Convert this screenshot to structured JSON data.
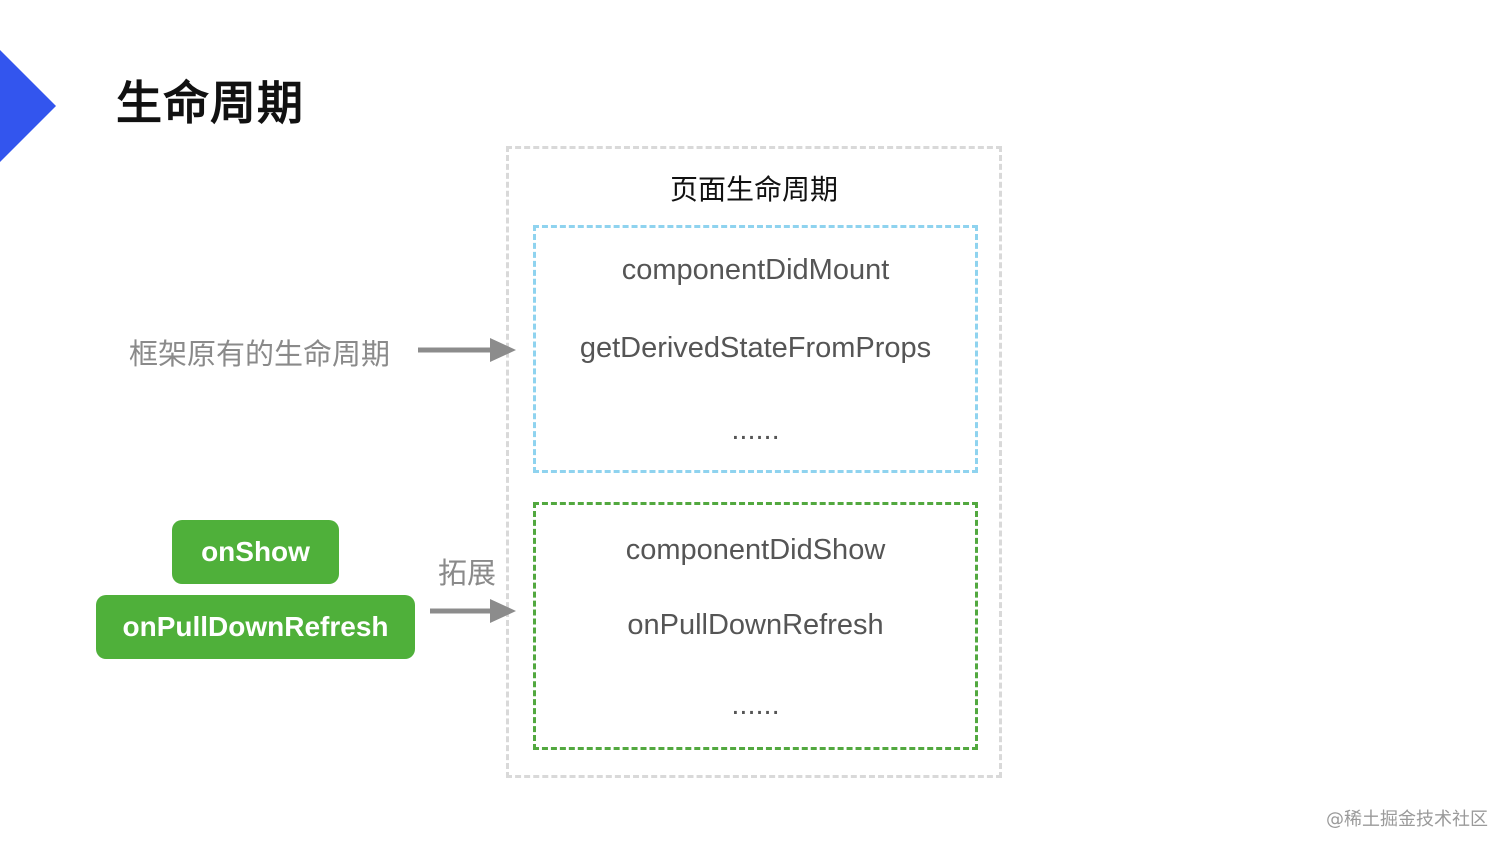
{
  "slide": {
    "title": "生命周期",
    "accent_color": "#3355ee"
  },
  "diagram": {
    "container_title": "页面生命周期",
    "native_group": {
      "side_label": "框架原有的生命周期",
      "border_color": "#8fd3ef",
      "methods": [
        "componentDidMount",
        "getDerivedStateFromProps",
        "......"
      ]
    },
    "extended_group": {
      "side_label": "拓展",
      "border_color": "#52a83f",
      "methods": [
        "componentDidShow",
        "onPullDownRefresh",
        "......"
      ]
    },
    "extension_hooks": [
      "onShow",
      "onPullDownRefresh"
    ],
    "hook_color": "#4fb03a"
  },
  "watermark": "@稀土掘金技术社区"
}
